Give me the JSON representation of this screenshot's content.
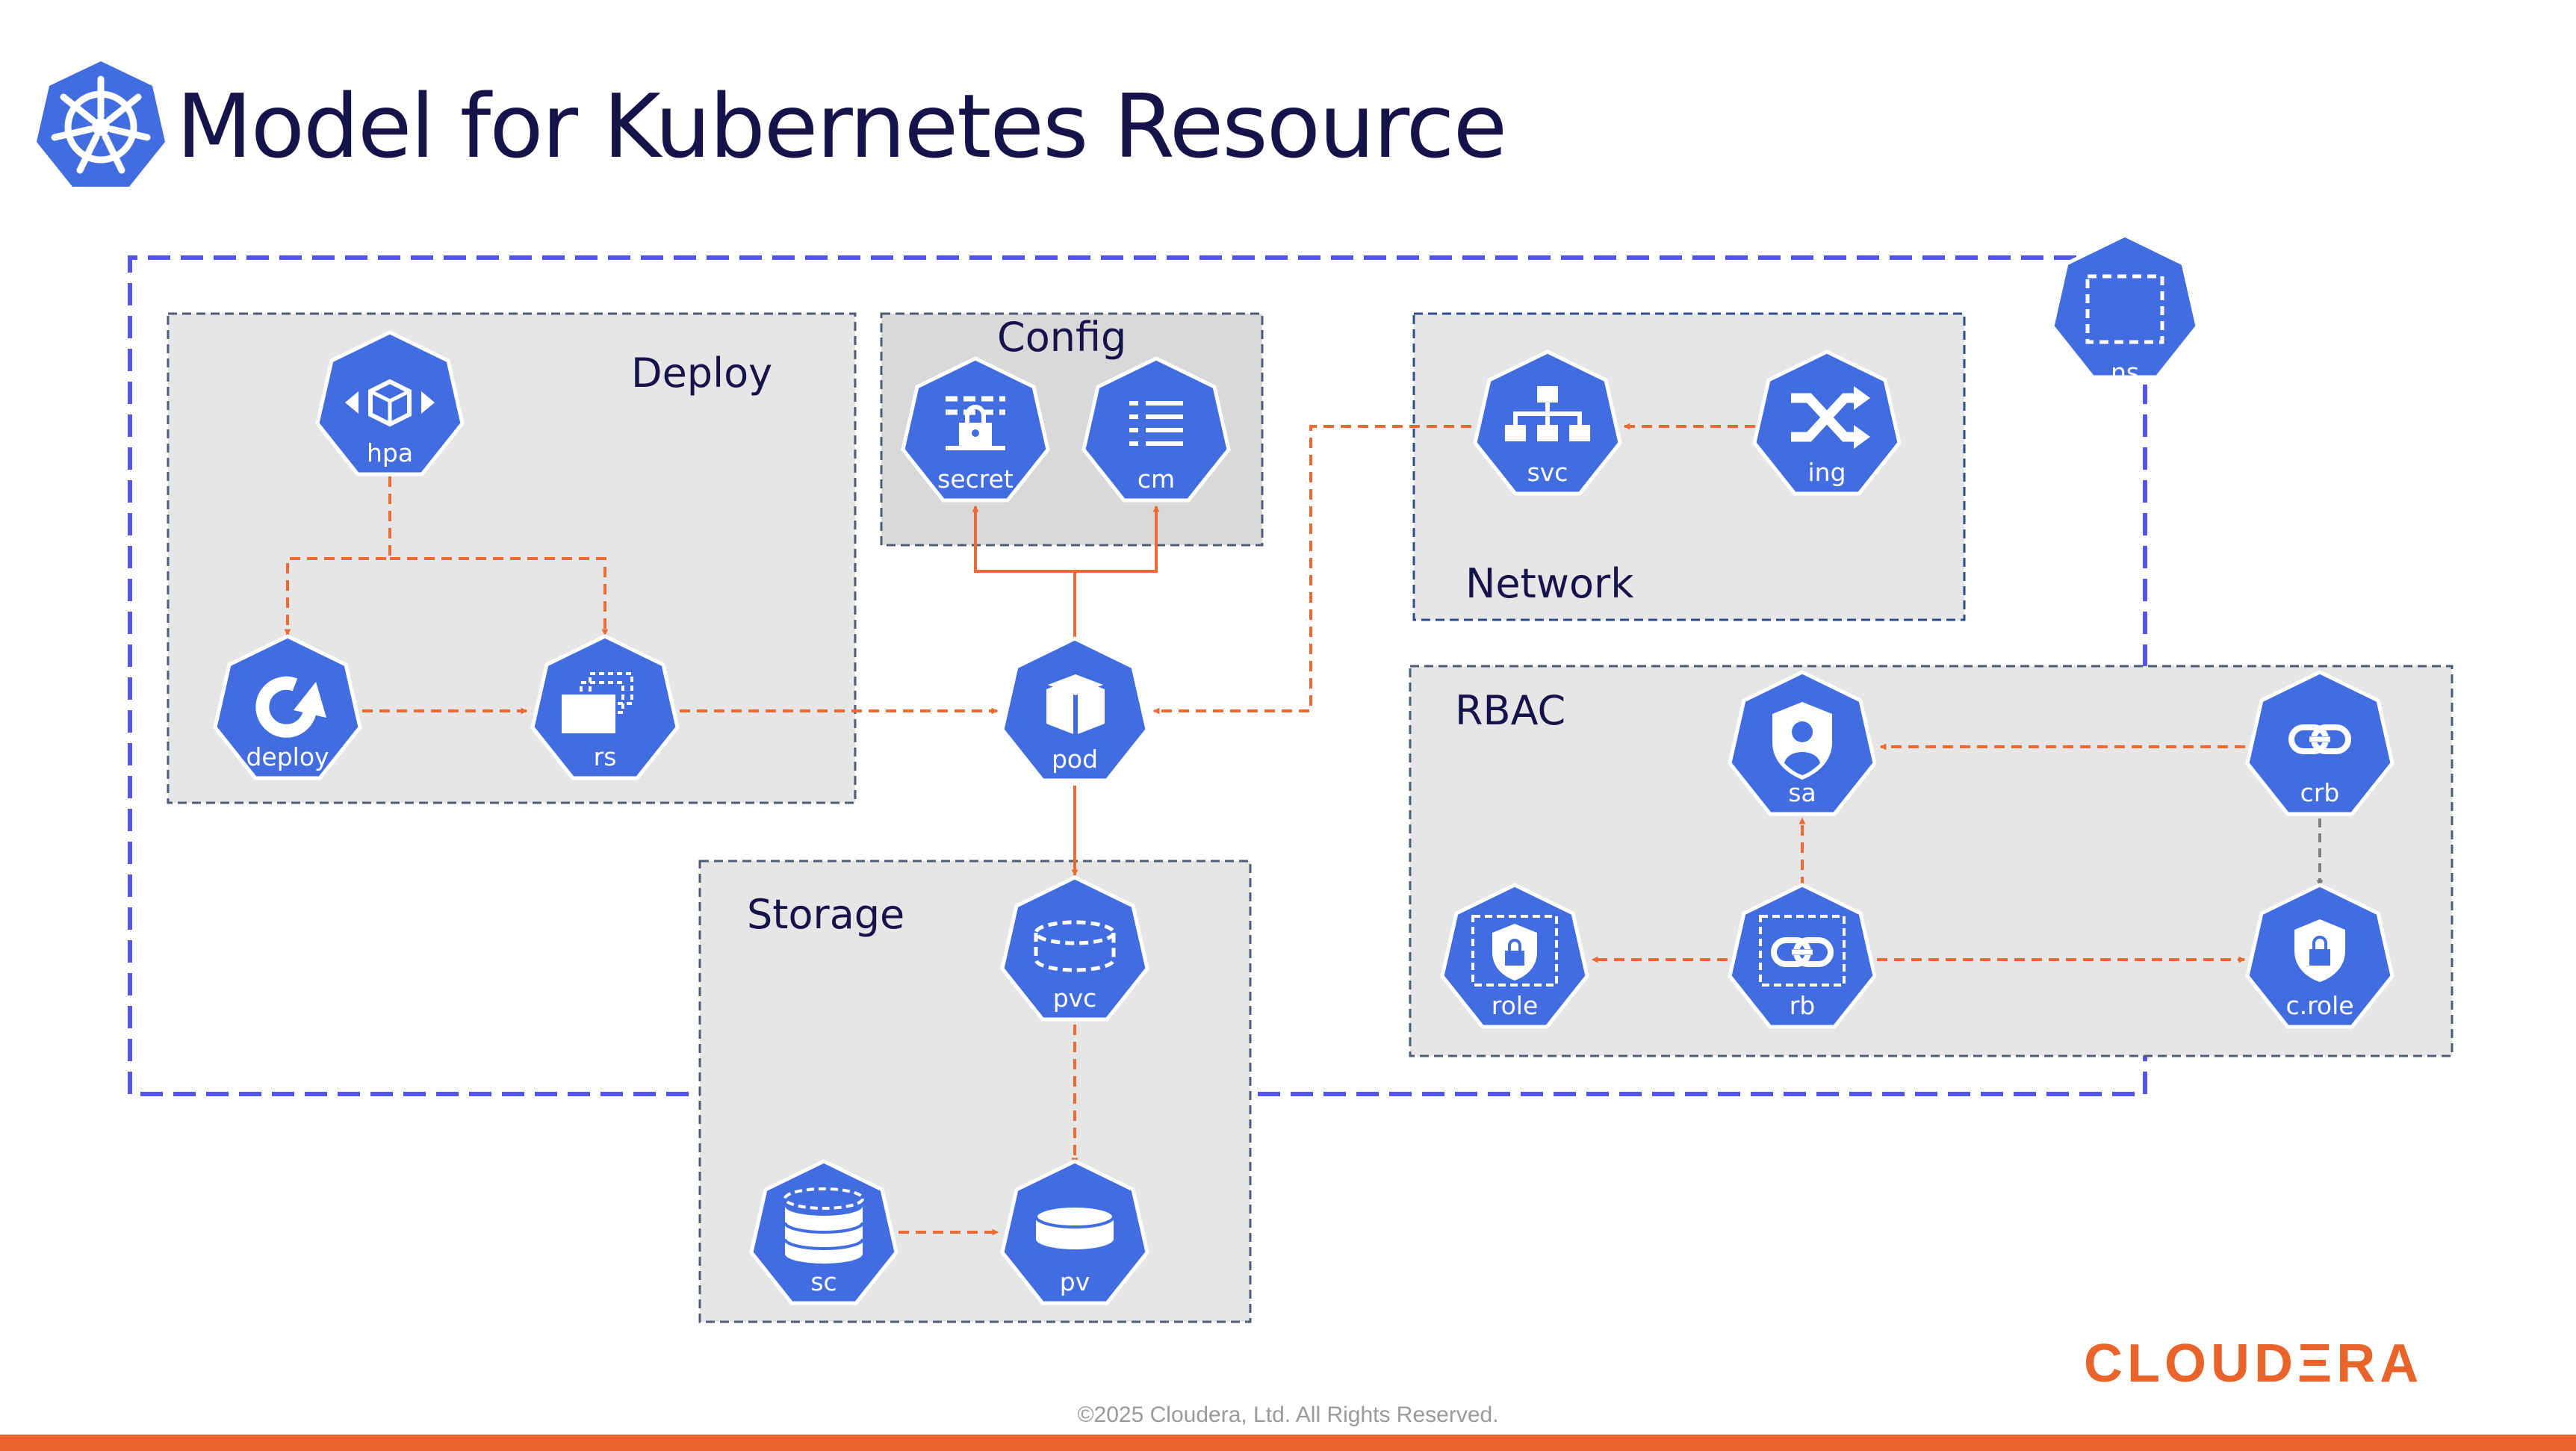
{
  "title": "Model for Kubernetes Resource",
  "colors": {
    "k8s_blue": "#416de0",
    "edge_orange": "#ec6a34",
    "edge_gray": "#7d7d7d",
    "ns_boundary": "#5156e8",
    "group_fill": "#e6e6e6",
    "title_navy": "#17124a",
    "brand_orange": "#e8642b"
  },
  "logo_icon": "kubernetes-helm-icon",
  "groups": {
    "deploy": "Deploy",
    "config": "Config",
    "network": "Network",
    "storage": "Storage",
    "rbac": "RBAC"
  },
  "nodes": {
    "hpa": {
      "label": "hpa",
      "icon": "hpa-icon"
    },
    "deploy": {
      "label": "deploy",
      "icon": "deploy-icon"
    },
    "rs": {
      "label": "rs",
      "icon": "rs-icon"
    },
    "secret": {
      "label": "secret",
      "icon": "secret-icon"
    },
    "cm": {
      "label": "cm",
      "icon": "cm-icon"
    },
    "pod": {
      "label": "pod",
      "icon": "pod-icon"
    },
    "svc": {
      "label": "svc",
      "icon": "svc-icon"
    },
    "ing": {
      "label": "ing",
      "icon": "ing-icon"
    },
    "ns": {
      "label": "ns",
      "icon": "ns-icon"
    },
    "sa": {
      "label": "sa",
      "icon": "sa-icon"
    },
    "crb": {
      "label": "crb",
      "icon": "crb-icon"
    },
    "role": {
      "label": "role",
      "icon": "role-icon"
    },
    "rb": {
      "label": "rb",
      "icon": "rb-icon"
    },
    "crole": {
      "label": "c.role",
      "icon": "crole-icon"
    },
    "pvc": {
      "label": "pvc",
      "icon": "pvc-icon"
    },
    "pv": {
      "label": "pv",
      "icon": "pv-icon"
    },
    "sc": {
      "label": "sc",
      "icon": "sc-icon"
    }
  },
  "edges": [
    {
      "from": "hpa",
      "to": "deploy",
      "style": "dashed"
    },
    {
      "from": "hpa",
      "to": "rs",
      "style": "dashed"
    },
    {
      "from": "deploy",
      "to": "rs",
      "style": "dashed"
    },
    {
      "from": "rs",
      "to": "pod",
      "style": "dashed"
    },
    {
      "from": "pod",
      "to": "secret",
      "style": "solid"
    },
    {
      "from": "pod",
      "to": "cm",
      "style": "solid"
    },
    {
      "from": "svc",
      "to": "pod",
      "style": "dashed"
    },
    {
      "from": "ing",
      "to": "svc",
      "style": "dashed"
    },
    {
      "from": "pod",
      "to": "pvc",
      "style": "solid"
    },
    {
      "from": "pvc",
      "to": "pv",
      "style": "dashed"
    },
    {
      "from": "sc",
      "to": "pv",
      "style": "dashed"
    },
    {
      "from": "crb",
      "to": "sa",
      "style": "dashed"
    },
    {
      "from": "crb",
      "to": "crole",
      "style": "dashed-gray"
    },
    {
      "from": "rb",
      "to": "sa",
      "style": "dashed"
    },
    {
      "from": "rb",
      "to": "role",
      "style": "dashed"
    },
    {
      "from": "rb",
      "to": "crole",
      "style": "dashed"
    }
  ],
  "brand": "CLOUDΞRA",
  "copyright": "©2025 Cloudera, Ltd. All Rights Reserved."
}
